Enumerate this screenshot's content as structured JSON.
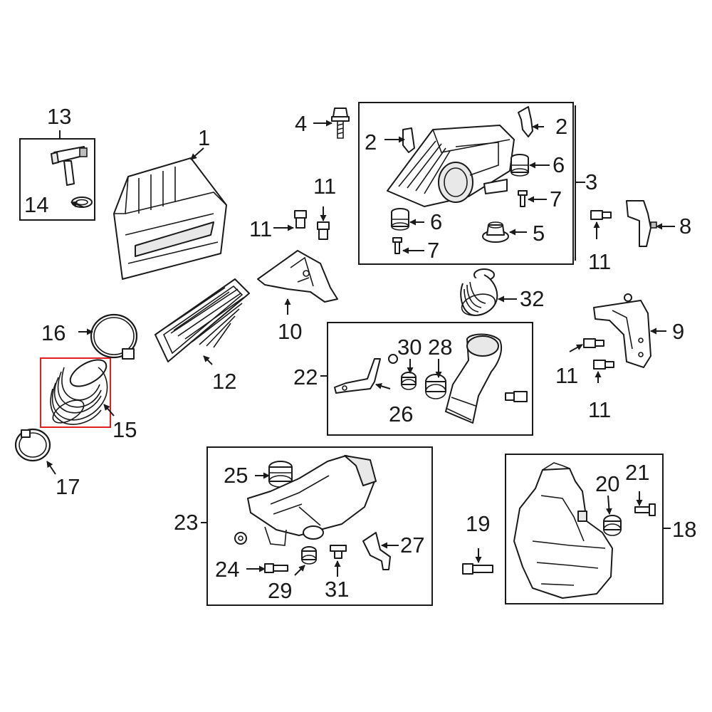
{
  "callouts": {
    "c1": "1",
    "c2a": "2",
    "c2b": "2",
    "c3": "3",
    "c4": "4",
    "c5": "5",
    "c6a": "6",
    "c6b": "6",
    "c7a": "7",
    "c7b": "7",
    "c8": "8",
    "c9": "9",
    "c10": "10",
    "c11a": "11",
    "c11b": "11",
    "c11c": "11",
    "c11d": "11",
    "c11e": "11",
    "c12": "12",
    "c13": "13",
    "c14": "14",
    "c15": "15",
    "c16": "16",
    "c17": "17",
    "c18": "18",
    "c19": "19",
    "c20": "20",
    "c21": "21",
    "c22": "22",
    "c23": "23",
    "c24": "24",
    "c25": "25",
    "c26": "26",
    "c27": "27",
    "c28": "28",
    "c29": "29",
    "c30": "30",
    "c31": "31",
    "c32": "32"
  },
  "highlight_color": "#e02020"
}
